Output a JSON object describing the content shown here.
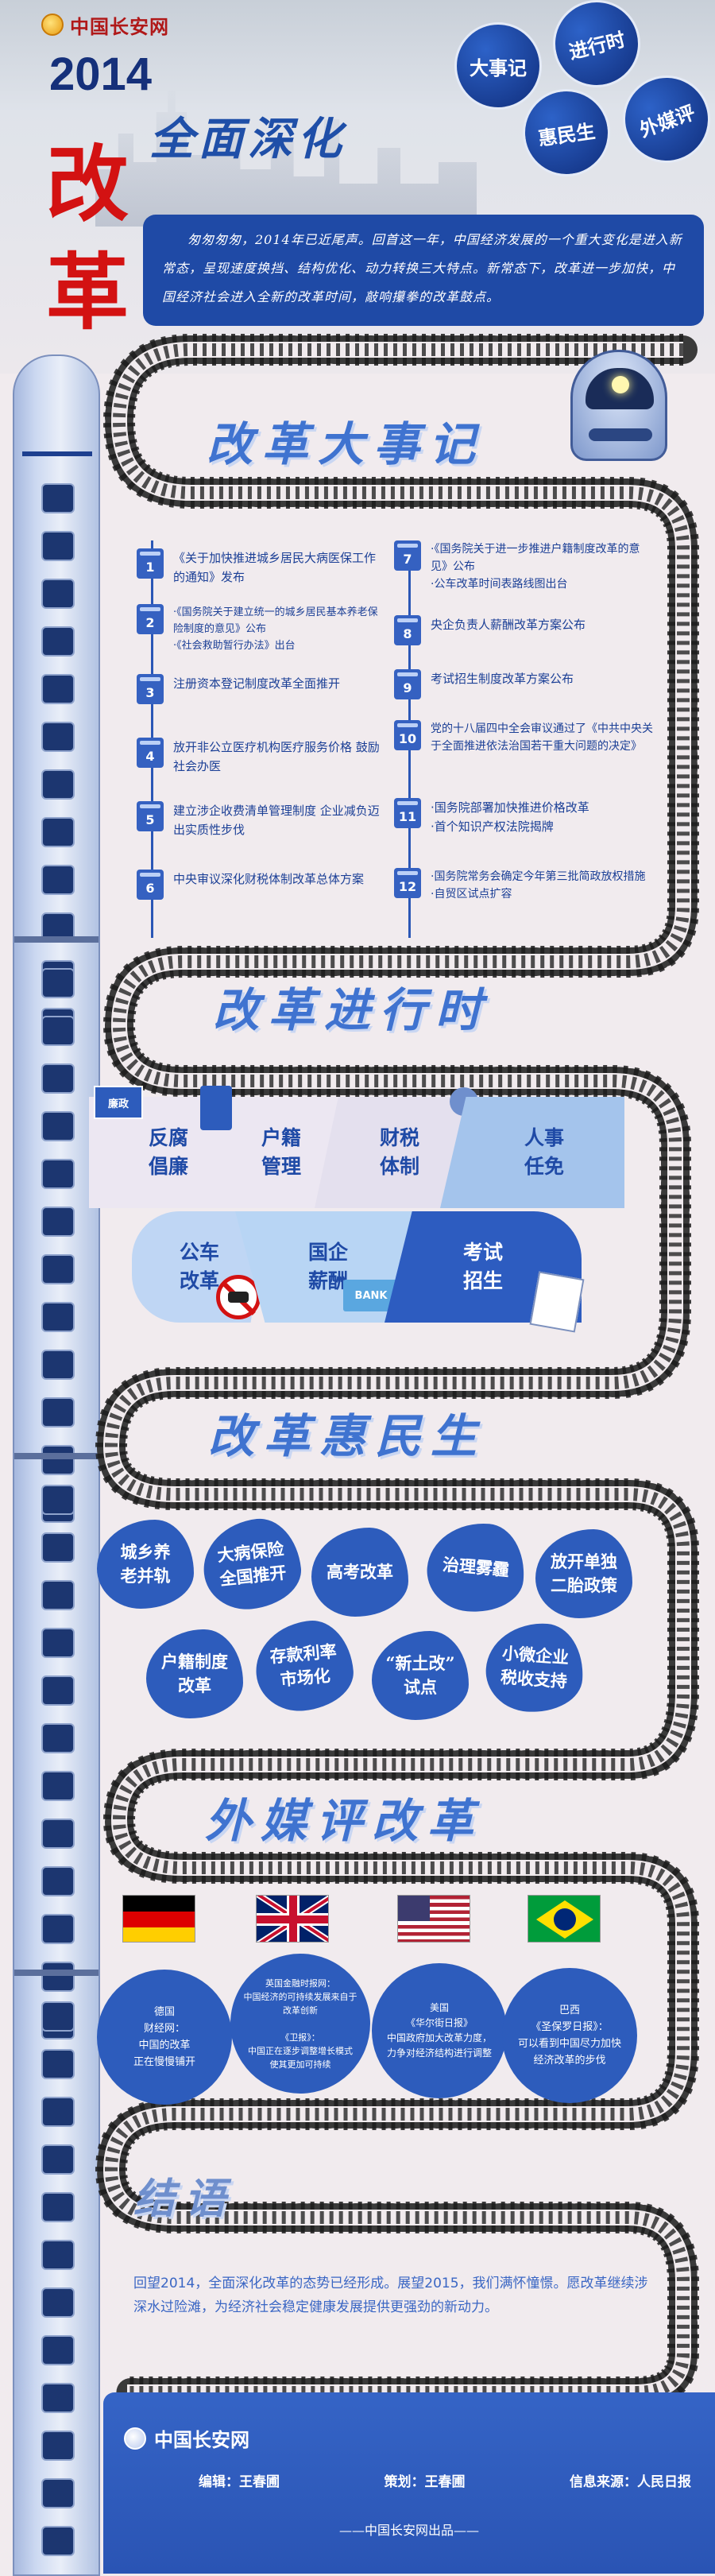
{
  "header": {
    "site_logo": "中国长安网",
    "year": "2014",
    "subtitle": "全面深化",
    "big_char_1": "改",
    "big_char_2": "革",
    "bubbles": [
      "大事记",
      "进行时",
      "惠民生",
      "外媒评"
    ],
    "intro": "匆匆匆匆，2014年已近尾声。回首这一年，中国经济发展的一个重大变化是进入新常态，呈现速度换挡、结构优化、动力转换三大特点。新常态下，改革进一步加快，中国经济社会进入全新的改革时间，敲响攥拳的改革鼓点。"
  },
  "sections": {
    "events_title": "改革大事记",
    "progress_title": "改革进行时",
    "livelihood_title": "改革惠民生",
    "media_title": "外媒评改革",
    "ending_title": "结语"
  },
  "timeline": [
    {
      "month": "1",
      "text": "《关于加快推进城乡居民大病医保工作的通知》发布"
    },
    {
      "month": "2",
      "text": "·《国务院关于建立统一的城乡居民基本养老保险制度的意见》公布\n·《社会救助暂行办法》出台"
    },
    {
      "month": "3",
      "text": "注册资本登记制度改革全面推开"
    },
    {
      "month": "4",
      "text": "放开非公立医疗机构医疗服务价格 鼓励社会办医"
    },
    {
      "month": "5",
      "text": "建立涉企收费清单管理制度 企业减负迈出实质性步伐"
    },
    {
      "month": "6",
      "text": "中央审议深化财税体制改革总体方案"
    },
    {
      "month": "7",
      "text": "·《国务院关于进一步推进户籍制度改革的意见》公布\n·公车改革时间表路线图出台"
    },
    {
      "month": "8",
      "text": "央企负责人薪酬改革方案公布"
    },
    {
      "month": "9",
      "text": "考试招生制度改革方案公布"
    },
    {
      "month": "10",
      "text": "党的十八届四中全会审议通过了《中共中央关于全面推进依法治国若干重大问题的决定》"
    },
    {
      "month": "11",
      "text": "·国务院部署加快推进价格改革\n·首个知识产权法院揭牌"
    },
    {
      "month": "12",
      "text": "·国务院常务会确定今年第三批简政放权措施\n·自贸区试点扩容"
    }
  ],
  "progress": [
    {
      "label": "反腐\n倡廉",
      "sign": "廉政"
    },
    {
      "label": "户籍\n管理"
    },
    {
      "label": "财税\n体制"
    },
    {
      "label": "人事\n任免"
    },
    {
      "label": "公车\n改革"
    },
    {
      "label": "国企\n薪酬",
      "sign": "BANK"
    },
    {
      "label": "考试\n招生"
    }
  ],
  "livelihood": [
    "城乡养\n老并轨",
    "大病保险\n全国推开",
    "高考改革",
    "治理雾霾",
    "放开单独\n二胎政策",
    "户籍制度\n改革",
    "存款利率\n市场化",
    "“新土改”\n试点",
    "小微企业\n税收支持"
  ],
  "media": [
    {
      "country": "Germany",
      "flag": "german-flag",
      "text": "德国\n财经网：\n中国的改革\n正在慢慢铺开"
    },
    {
      "country": "United Kingdom",
      "flag": "uk-flag",
      "text": "英国金融时报网：\n中国经济的可持续发展来自于改革创新\n\n《卫报》：\n中国正在逐步调整增长模式 使其更加可持续"
    },
    {
      "country": "United States",
      "flag": "us-flag",
      "text": "美国\n《华尔街日报》\n中国政府加大改革力度，力争对经济结构进行调整"
    },
    {
      "country": "Brazil",
      "flag": "brazil-flag",
      "text": "巴西\n《圣保罗日报》：\n可以看到中国尽力加快经济改革的步伐"
    }
  ],
  "ending": "回望2014，全面深化改革的态势已经形成。展望2015，我们满怀憧憬。愿改革继续涉深水过险滩，为经济社会稳定健康发展提供更强劲的新动力。",
  "footer": {
    "logo": "中国长安网",
    "editor": "编辑：王春圃",
    "planner": "策划：王春圃",
    "source": "信息来源：人民日报",
    "produced": "——中国长安网出品——"
  },
  "colors": {
    "primary_blue": "#2d5cbc",
    "accent_red": "#d31212",
    "background": "#f1ebee"
  }
}
